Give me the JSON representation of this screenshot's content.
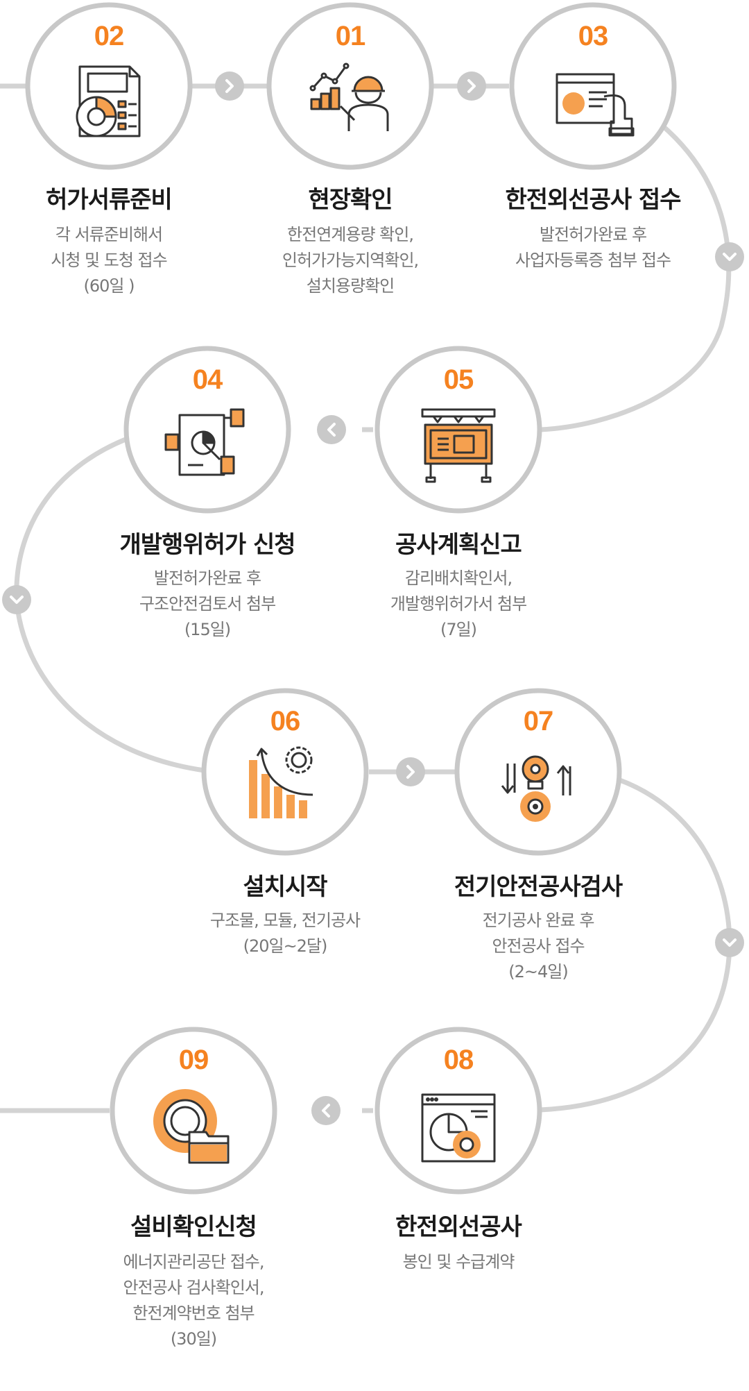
{
  "colors": {
    "accent": "#f58220",
    "ring": "#c8c8c8",
    "track": "#d3d3d3",
    "arrow": "#c9c9c9",
    "title": "#1a1a1a",
    "desc": "#777777"
  },
  "steps": [
    {
      "num": "02",
      "title": "허가서류준비",
      "desc": [
        "각 서류준비해서",
        "시청 및 도청 접수",
        "(60일 )"
      ],
      "icon": "document-chart-icon"
    },
    {
      "num": "01",
      "title": "현장확인",
      "desc": [
        "한전연계용량 확인,",
        "인허가가능지역확인,",
        "설치용량확인"
      ],
      "icon": "worker-chart-icon"
    },
    {
      "num": "03",
      "title": "한전외선공사 접수",
      "desc": [
        "발전허가완료 후",
        "사업자등록증 첨부 접수"
      ],
      "icon": "hand-document-icon"
    },
    {
      "num": "04",
      "title": "개발행위허가 신청",
      "desc": [
        "발전허가완료 후",
        "구조안전검토서 첨부",
        "(15일)"
      ],
      "icon": "report-analysis-icon"
    },
    {
      "num": "05",
      "title": "공사계획신고",
      "desc": [
        "감리배치확인서,",
        "개발행위허가서 첨부",
        "(7일)"
      ],
      "icon": "billboard-icon"
    },
    {
      "num": "06",
      "title": "설치시작",
      "desc": [
        "구조물, 모듈, 전기공사",
        "(20일~2달)"
      ],
      "icon": "bar-chart-gear-icon"
    },
    {
      "num": "07",
      "title": "전기안전공사검사",
      "desc": [
        "전기공사 완료 후",
        "안전공사 접수",
        "(2~4일)"
      ],
      "icon": "bulb-gear-arrows-icon"
    },
    {
      "num": "08",
      "title": "한전외선공사",
      "desc": [
        "봉인 및 수급계약"
      ],
      "icon": "browser-gear-icon"
    },
    {
      "num": "09",
      "title": "설비확인신청",
      "desc": [
        "에너지관리공단 접수,",
        "안전공사 검사확인서,",
        "한전계약번호 첨부",
        "(30일)"
      ],
      "icon": "gear-folder-icon"
    }
  ],
  "connectors": [
    {
      "icon": "chevron-right-icon",
      "direction": "right"
    },
    {
      "icon": "chevron-right-icon",
      "direction": "right"
    },
    {
      "icon": "chevron-down-icon",
      "direction": "down"
    },
    {
      "icon": "chevron-left-icon",
      "direction": "left"
    },
    {
      "icon": "chevron-down-icon",
      "direction": "down"
    },
    {
      "icon": "chevron-right-icon",
      "direction": "right"
    },
    {
      "icon": "chevron-down-icon",
      "direction": "down"
    },
    {
      "icon": "chevron-left-icon",
      "direction": "left"
    }
  ]
}
